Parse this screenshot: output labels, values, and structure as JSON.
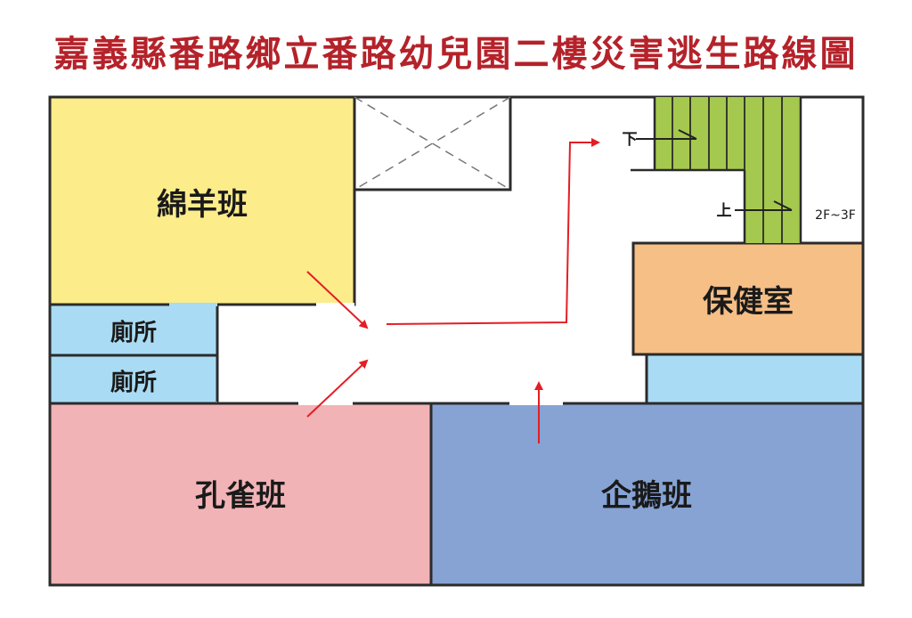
{
  "title": "嘉義縣番路鄉立番路幼兒園二樓災害逃生路線圖",
  "rooms": {
    "sheep": {
      "label": "綿羊班",
      "color": "#fcec8a"
    },
    "toilet_1": {
      "label": "廁所",
      "color": "#a9dcf4"
    },
    "toilet_2": {
      "label": "廁所",
      "color": "#a9dcf4"
    },
    "peacock": {
      "label": "孔雀班",
      "color": "#f2b3b6"
    },
    "penguin": {
      "label": "企鵝班",
      "color": "#86a3d4"
    },
    "health": {
      "label": "保健室",
      "color": "#f5bf86"
    }
  },
  "stairs": {
    "down_label": "下",
    "up_label": "上",
    "floor_label": "2F~3F",
    "color": "#a5c94e"
  },
  "colors": {
    "title": "#b5222a",
    "arrow": "#e31e24",
    "wall": "#2b2b2b",
    "corridor_blue": "#a9dcf4"
  }
}
